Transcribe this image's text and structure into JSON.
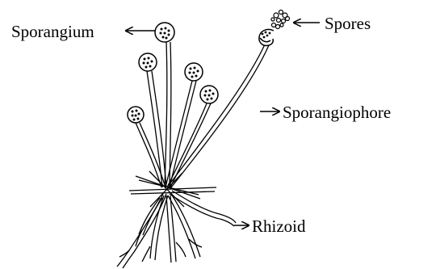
{
  "diagram": {
    "labels": {
      "sporangium": "Sporangium",
      "spores": "Spores",
      "sporangiophore": "Sporangiophore",
      "rhizoid": "Rhizoid"
    },
    "colors": {
      "stroke": "#000000",
      "background": "#ffffff"
    }
  }
}
